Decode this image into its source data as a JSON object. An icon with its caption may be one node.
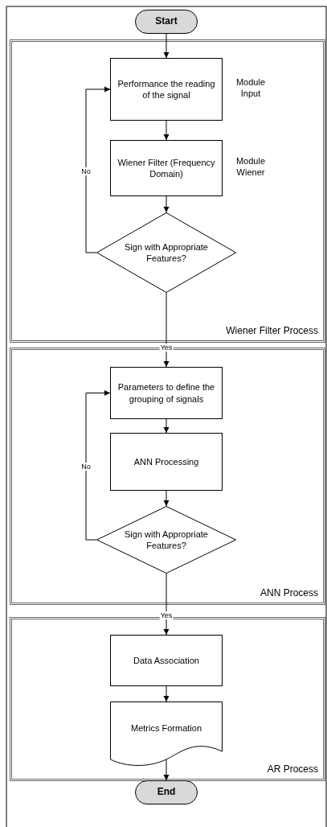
{
  "diagram": {
    "nodes": [
      {
        "text": [
          "Start"
        ]
      },
      {
        "text": [
          "Wiener Filter Process"
        ]
      },
      {
        "text": [
          "Performance the reading of the signal"
        ],
        "beside": [
          "Module Input"
        ],
        "in": 1
      },
      {
        "text": [
          "Wiener Filter (Frequency Domain)"
        ],
        "beside": [
          "Module Wiener"
        ],
        "in": 1
      },
      {
        "text": [
          "Sign with Appropriate Features?"
        ],
        "in": 1
      },
      {
        "text": [
          "ANN Process"
        ]
      },
      {
        "text": [
          "Parameters to define the grouping of signals"
        ],
        "in": 5
      },
      {
        "text": [
          "ANN Processing"
        ],
        "in": 5
      },
      {
        "text": [
          "Sign with Appropriate Features?"
        ],
        "in": 5
      },
      {
        "text": [
          "AR Process"
        ]
      },
      {
        "text": [
          "Data Association"
        ],
        "in": 9
      },
      {
        "text": [
          "Metrics Formation"
        ],
        "in": 9
      },
      {
        "text": [
          "End"
        ]
      }
    ],
    "edges": [
      {
        "from": 0,
        "to": 2,
        "arrow": "to"
      },
      {
        "from": 2,
        "to": 3,
        "arrow": "to"
      },
      {
        "from": 3,
        "to": 4,
        "arrow": "to"
      },
      {
        "from": 4,
        "to": 2,
        "arrow": "to",
        "label": "No"
      },
      {
        "from": 4,
        "to": 6,
        "arrow": "to",
        "label": "Yes"
      },
      {
        "from": 6,
        "to": 7,
        "arrow": "to"
      },
      {
        "from": 7,
        "to": 8,
        "arrow": "to"
      },
      {
        "from": 8,
        "to": 6,
        "arrow": "to",
        "label": "No"
      },
      {
        "from": 8,
        "to": 10,
        "arrow": "to",
        "label": "Yes"
      },
      {
        "from": 10,
        "to": 11,
        "arrow": "to"
      },
      {
        "from": 11,
        "to": 12,
        "arrow": "to"
      }
    ]
  }
}
